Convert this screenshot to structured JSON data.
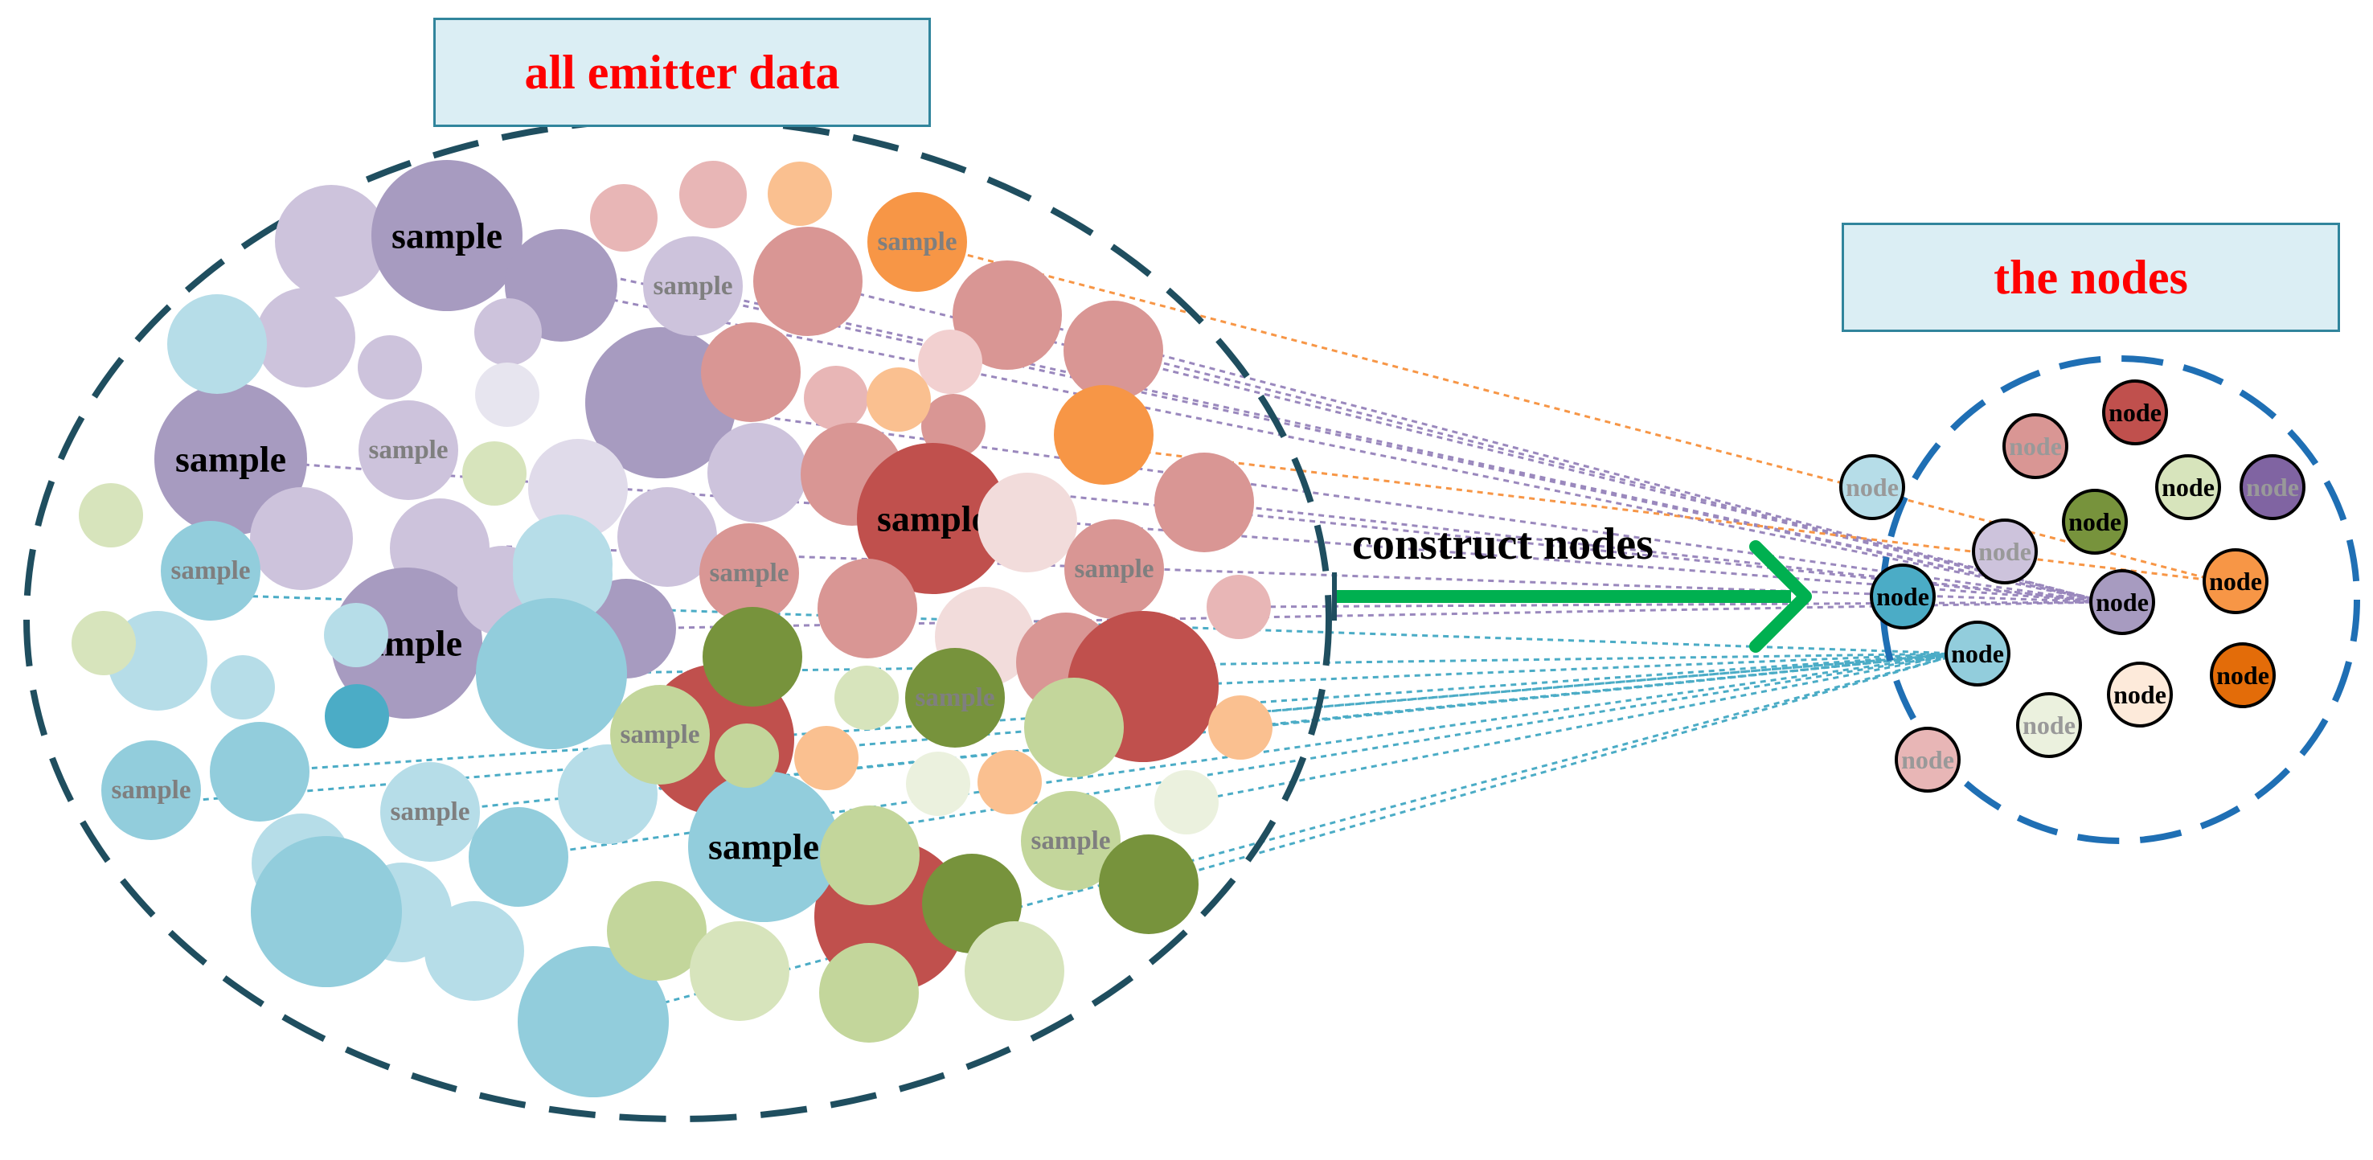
{
  "left_title": "all emitter data",
  "right_title": "the nodes",
  "arrow_label": "construct nodes",
  "sample_label": "sample",
  "node_label": "node",
  "colors": {
    "title_text": "#ff0000",
    "title_box_fill": "#dbeef4",
    "title_box_border": "#31859c",
    "left_boundary": "#1f4e5f",
    "right_boundary": "#1f6fb4",
    "arrow": "#00b050"
  }
}
